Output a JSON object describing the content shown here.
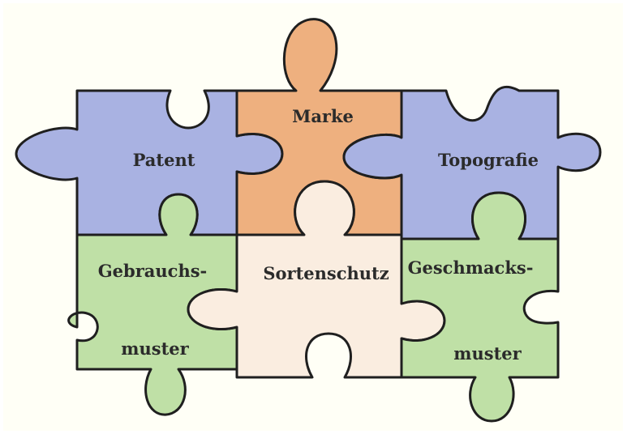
{
  "pieces": {
    "marke": {
      "label": "Marke",
      "color": "#eeb07f"
    },
    "patent": {
      "label": "Patent",
      "color": "#a9b2e2"
    },
    "topografie": {
      "label": "Topografie",
      "color": "#a9b2e2"
    },
    "gebrauchsmuster": {
      "label_line1": "Gebrauchs-",
      "label_line2": "muster",
      "color": "#bfe0a6"
    },
    "sortenschutz": {
      "label": "Sortenschutz",
      "color": "#faede0"
    },
    "geschmacksmuster": {
      "label_line1": "Geschmacks-",
      "label_line2": "muster",
      "color": "#bfe0a6"
    }
  },
  "outline_color": "#1f1f1f"
}
